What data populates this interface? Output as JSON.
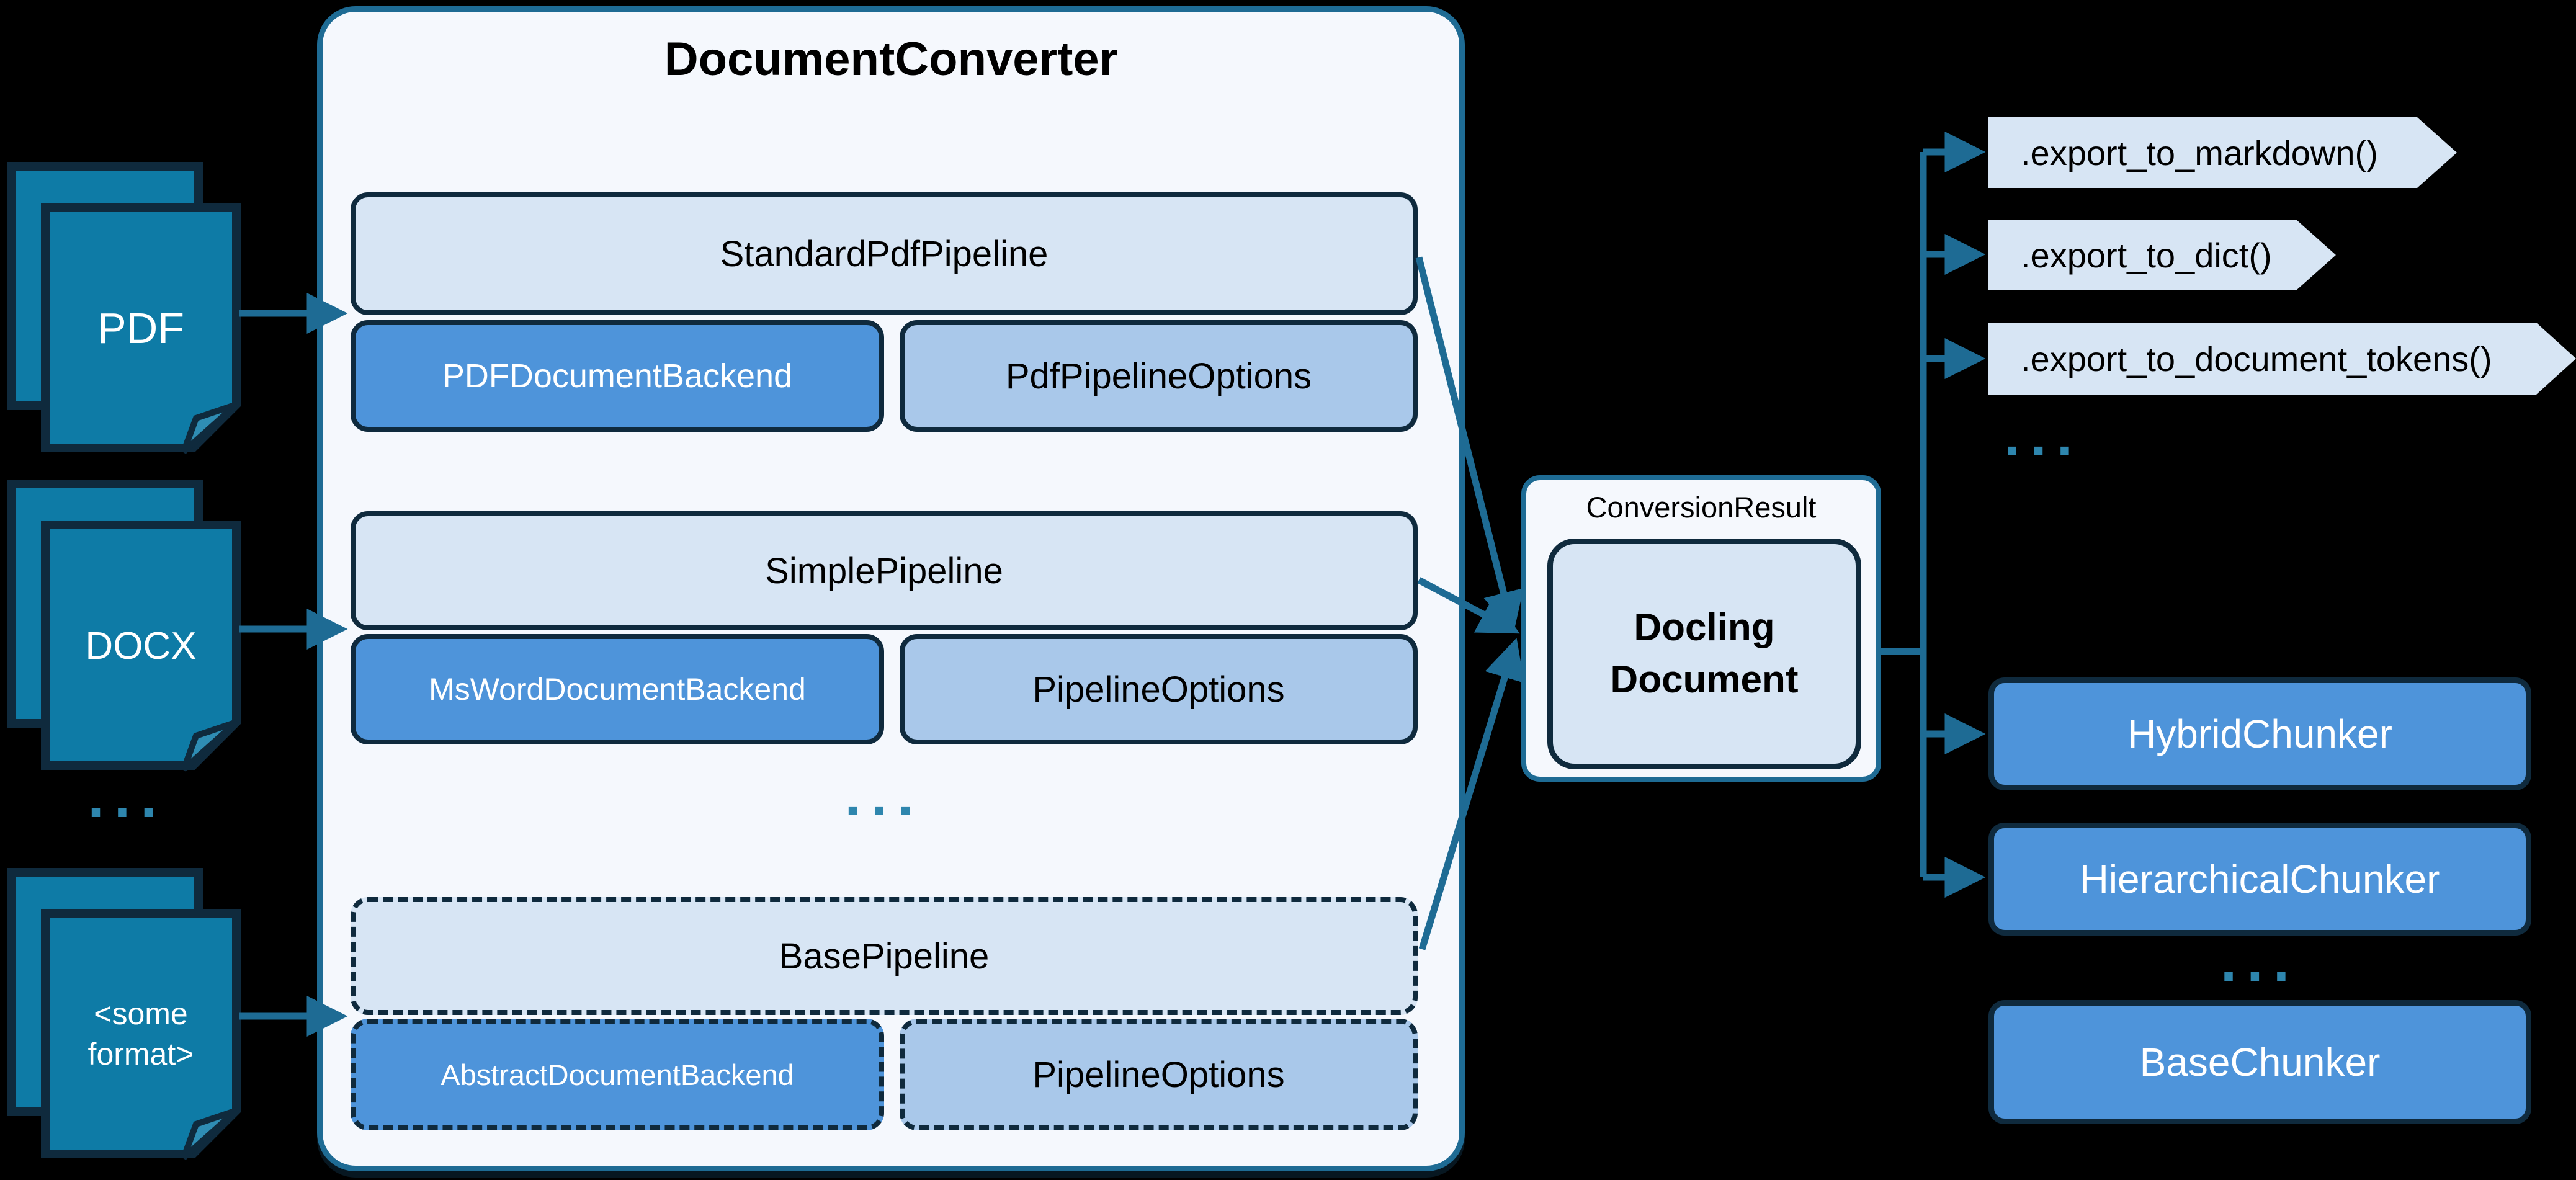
{
  "diagram": {
    "inputs": {
      "pdf": "PDF",
      "docx": "DOCX",
      "other": "<some\nformat>",
      "ellipsis": "..."
    },
    "converter": {
      "title": "DocumentConverter",
      "groups": [
        {
          "pipeline": "StandardPdfPipeline",
          "backend": "PDFDocumentBackend",
          "options": "PdfPipelineOptions"
        },
        {
          "pipeline": "SimplePipeline",
          "backend": "MsWordDocumentBackend",
          "options": "PipelineOptions"
        },
        {
          "pipeline": "BasePipeline",
          "backend": "AbstractDocumentBackend",
          "options": "PipelineOptions"
        }
      ],
      "ellipsis": "..."
    },
    "result": {
      "label": "ConversionResult",
      "document": "Docling\nDocument"
    },
    "exports": {
      "items": [
        ".export_to_markdown()",
        ".export_to_dict()",
        ".export_to_document_tokens()"
      ],
      "ellipsis": "..."
    },
    "chunkers": {
      "hybrid": "HybridChunker",
      "hierarchical": "HierarchicalChunker",
      "ellipsis": "...",
      "base": "BaseChunker"
    },
    "colors": {
      "background": "#000000",
      "arrow_teal": "#1e6b94",
      "panel_fill": "#f5f8fd",
      "light_box": "#d7e5f4",
      "medium_box": "#4e94da",
      "options_box": "#a9c8ea",
      "dark_border": "#0f2a3d",
      "doc_icon_teal": "#0e7ba6",
      "dots_teal": "#2e86ae"
    }
  }
}
